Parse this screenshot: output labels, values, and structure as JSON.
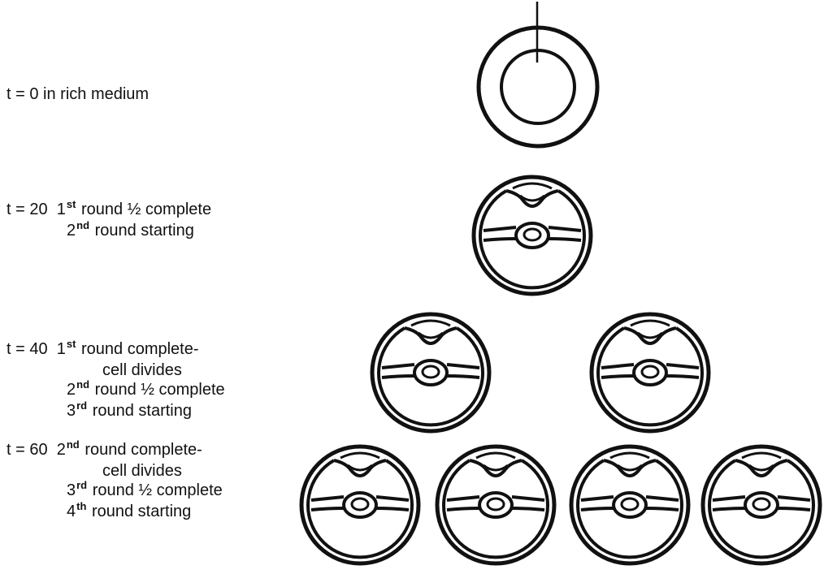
{
  "stages": [
    {
      "t": "t = 0",
      "lines": [
        {
          "text": "in rich medium"
        }
      ]
    },
    {
      "t": "t = 20",
      "lines": [
        {
          "ord": "1",
          "sup": "st",
          "text": "round ½ complete"
        },
        {
          "ord": "2",
          "sup": "nd",
          "text": "round starting"
        }
      ]
    },
    {
      "t": "t = 40",
      "lines": [
        {
          "ord": "1",
          "sup": "st",
          "text": "round complete-"
        },
        {
          "text": "cell divides"
        },
        {
          "ord": "2",
          "sup": "nd",
          "text": "round ½ complete"
        },
        {
          "ord": "3",
          "sup": "rd",
          "text": "round starting"
        }
      ]
    },
    {
      "t": "t = 60",
      "lines": [
        {
          "ord": "2",
          "sup": "nd",
          "text": "round complete-"
        },
        {
          "text": "cell divides"
        },
        {
          "ord": "3",
          "sup": "rd",
          "text": "round ½ complete"
        },
        {
          "ord": "4",
          "sup": "th",
          "text": "round starting"
        }
      ]
    }
  ]
}
